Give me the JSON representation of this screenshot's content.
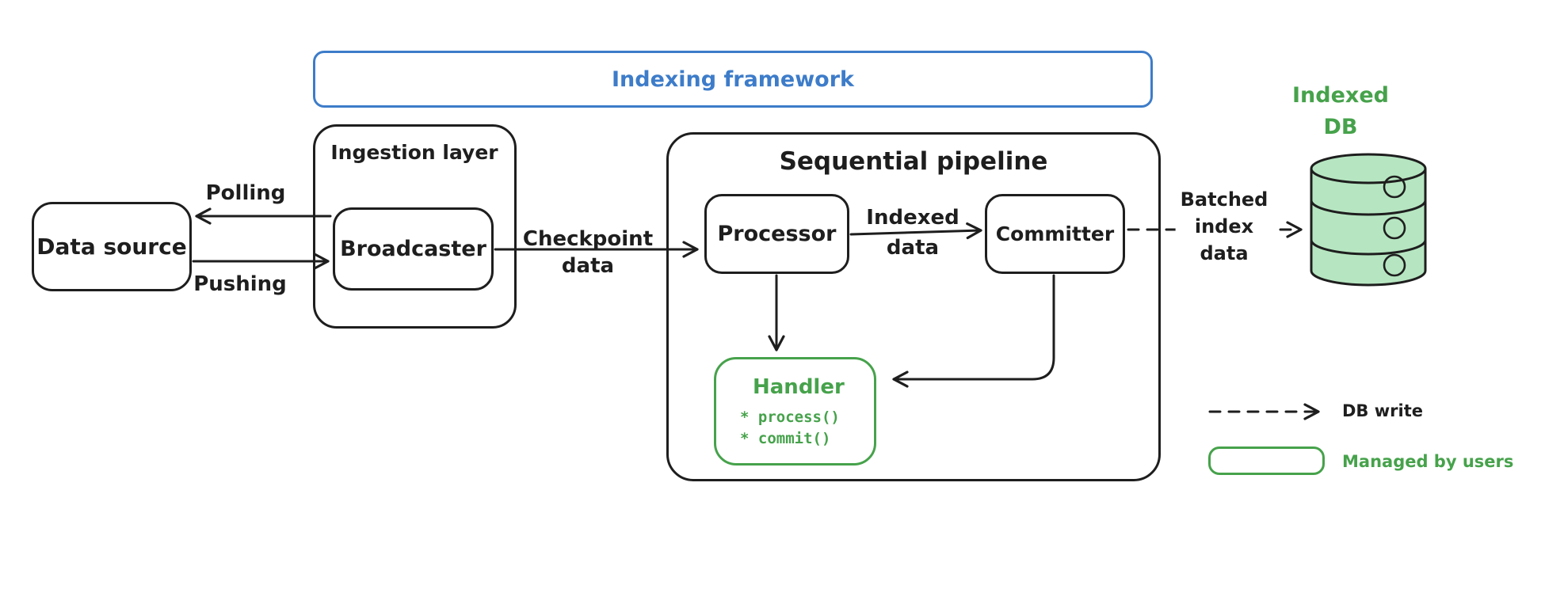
{
  "title": {
    "label": "Indexing framework"
  },
  "nodes": {
    "data_source": {
      "label": "Data source"
    },
    "ingestion_layer": {
      "label": "Ingestion layer"
    },
    "broadcaster": {
      "label": "Broadcaster"
    },
    "pipeline": {
      "label": "Sequential pipeline"
    },
    "processor": {
      "label": "Processor"
    },
    "committer": {
      "label": "Committer"
    },
    "handler": {
      "label": "Handler",
      "methods": [
        "* process()",
        "* commit()"
      ]
    },
    "indexed_db": {
      "line1": "Indexed",
      "line2": "DB"
    }
  },
  "edges": {
    "polling": {
      "label": "Polling"
    },
    "pushing": {
      "label": "Pushing"
    },
    "checkpoint": {
      "line1": "Checkpoint",
      "line2": "data"
    },
    "indexed_data": {
      "line1": "Indexed",
      "line2": "data"
    },
    "batched_index": {
      "line1": "Batched",
      "line2": "index",
      "line3": "data"
    }
  },
  "legend": {
    "db_write": {
      "label": "DB write"
    },
    "managed_by_users": {
      "label": "Managed by users"
    }
  },
  "colors": {
    "ink": "#1e1e1e",
    "blue": "#3d7cc9",
    "green": "#46a24b",
    "green_fill": "#b6e6c1"
  }
}
